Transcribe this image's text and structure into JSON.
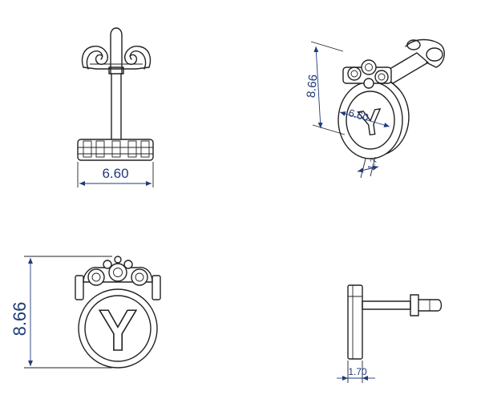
{
  "dimensions": {
    "top_view_width": "6.60",
    "iso_height": "8.66",
    "iso_width": "6.60",
    "iso_depth": "1.7",
    "front_height": "8.66",
    "side_thickness": "1.70"
  },
  "letter": "Y",
  "colors": {
    "line": "#222222",
    "dimension": "#1f3a7a",
    "background": "#ffffff"
  }
}
